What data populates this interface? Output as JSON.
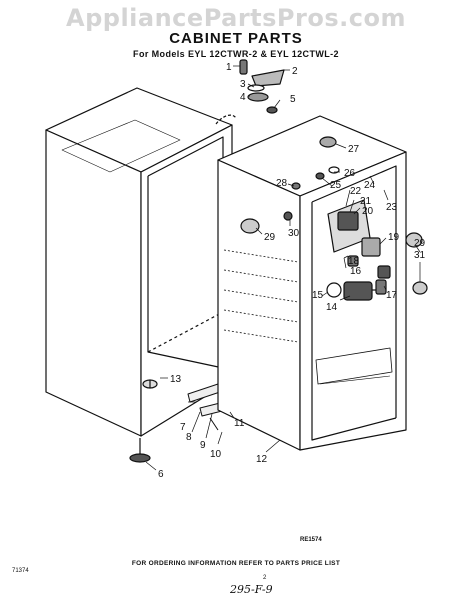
{
  "watermark": "AppliancePartsPros.com",
  "title": "CABINET PARTS",
  "subtitle": "For Models EYL 12CTWR-2 & EYL 12CTWL-2",
  "callouts": [
    "1",
    "2",
    "3",
    "4",
    "5",
    "6",
    "7",
    "8",
    "9",
    "10",
    "11",
    "12",
    "13",
    "14",
    "15",
    "16",
    "17",
    "18",
    "19",
    "20",
    "21",
    "22",
    "23",
    "24",
    "25",
    "26",
    "27",
    "28",
    "29",
    "30",
    "31"
  ],
  "ref_code": "RE1574",
  "footer_note": "FOR ORDERING INFORMATION REFER TO PARTS PRICE LIST",
  "corner_code": "71374",
  "page_number": "2",
  "handwritten_note": "295-F-9"
}
